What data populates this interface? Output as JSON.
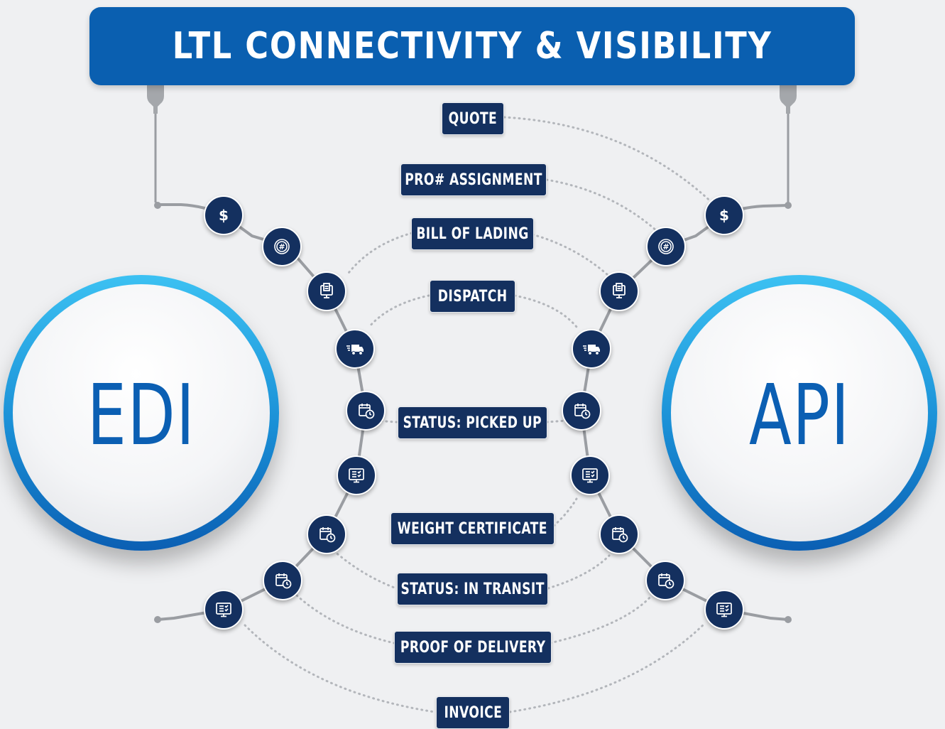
{
  "title": "LTL CONNECTIVITY & VISIBILITY",
  "left_hub": "EDI",
  "right_hub": "API",
  "steps": [
    "QUOTE",
    "PRO# ASSIGNMENT",
    "BILL OF LADING",
    "DISPATCH",
    "STATUS: PICKED UP",
    "WEIGHT CERTIFICATE",
    "STATUS: IN TRANSIT",
    "PROOF OF DELIVERY",
    "INVOICE"
  ],
  "node_icons": [
    "dollar-icon",
    "fingerprint-icon",
    "document-monitor-icon",
    "delivery-truck-icon",
    "calendar-clock-icon",
    "checklist-monitor-icon",
    "calendar-clock-icon",
    "calendar-clock-icon",
    "checklist-monitor-icon"
  ],
  "node_icon_glyph": {
    "dollar-icon": "$",
    "fingerprint-icon": "#"
  },
  "colors": {
    "banner": "#0a5fb0",
    "navy": "#14305f",
    "accent_blue": "#0b5fb3",
    "ring_light": "#3cc1f2",
    "connector": "#9a9da2",
    "dotted": "#b3b6bb",
    "background": "#eff0f2"
  }
}
